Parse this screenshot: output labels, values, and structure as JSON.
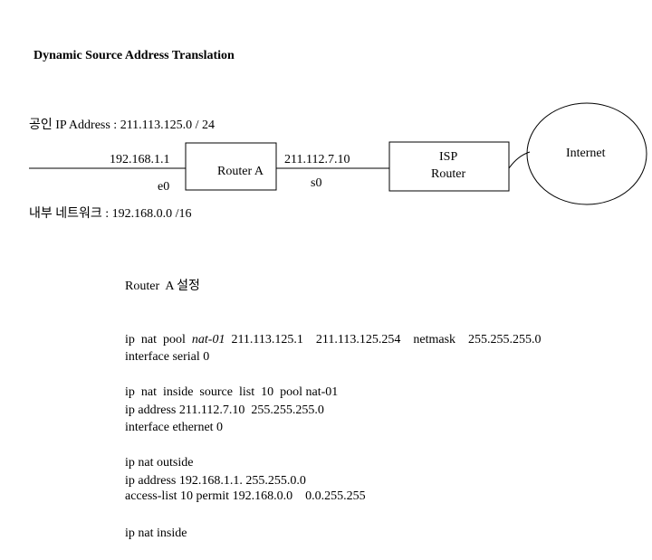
{
  "title": "Dynamic Source Address Translation",
  "public_ip": "공인 IP Address : 211.113.125.0 / 24",
  "internal_network": "내부 네트워크 : 192.168.0.0 /16",
  "router_a": {
    "label": "Router A",
    "left_ip": "192.168.1.1",
    "left_iface": "e0",
    "right_ip": "211.112.7.10",
    "right_iface": "s0"
  },
  "isp_router": {
    "line1": "ISP",
    "line2": "Router"
  },
  "internet": "Internet",
  "config": {
    "heading": "Router  A 설정",
    "pool_prefix": "ip  nat  pool  ",
    "pool_name": "nat-01",
    "pool_range": "  211.113.125.1    211.113.125.254    netmask    255.255.255.0",
    "inside_source": "ip  nat  inside  source  list  10  pool nat-01",
    "serial_block": [
      "interface serial 0",
      "ip address 211.112.7.10  255.255.255.0",
      "ip nat outside"
    ],
    "ethernet_block": [
      "interface ethernet 0",
      "ip address 192.168.1.1. 255.255.0.0",
      "ip nat inside"
    ],
    "access_list": "access-list 10 permit 192.168.0.0    0.0.255.255"
  }
}
